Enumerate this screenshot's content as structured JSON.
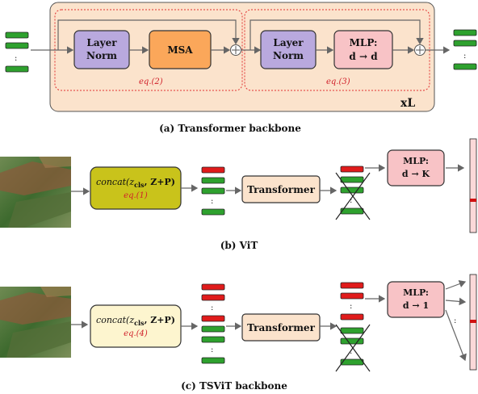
{
  "colors": {
    "token_green": "#2ea12e",
    "token_red": "#e01b1b",
    "layer_norm": "#b9a9de",
    "msa": "#fba75a",
    "mlp": "#f8c3c6",
    "transformer_block": "#fbe3cc",
    "backbone_bg": "#fbe3cc",
    "concat_vit": "#c9c31b",
    "concat_tsvit": "#fdf5cf",
    "eq_red": "#d0202a"
  },
  "panel_a": {
    "layer_norm_1": "Layer Norm",
    "msa": "MSA",
    "eq2": "eq.(2)",
    "layer_norm_2": "Layer Norm",
    "mlp_line1": "MLP:",
    "mlp_line2": "d → d",
    "eq3": "eq.(3)",
    "repeat": "xL",
    "caption": "(a) Transformer backbone"
  },
  "panel_b": {
    "concat_line1": "concat(z",
    "concat_sub": "cls",
    "concat_rest": ", Z+P)",
    "eq": "eq.(1)",
    "transformer": "Transformer",
    "mlp_line1": "MLP:",
    "mlp_line2": "d → K",
    "caption": "(b) ViT"
  },
  "panel_c": {
    "concat_line1": "concat(z",
    "concat_sub": "cls",
    "concat_rest": ", Z+P)",
    "eq": "eq.(4)",
    "transformer": "Transformer",
    "mlp_line1": "MLP:",
    "mlp_line2": "d → 1",
    "caption": "(c) TSViT backbone"
  },
  "icons": {
    "add": "circle-plus-icon",
    "discard": "cross-out-icon",
    "image": "satellite-image-icon"
  }
}
